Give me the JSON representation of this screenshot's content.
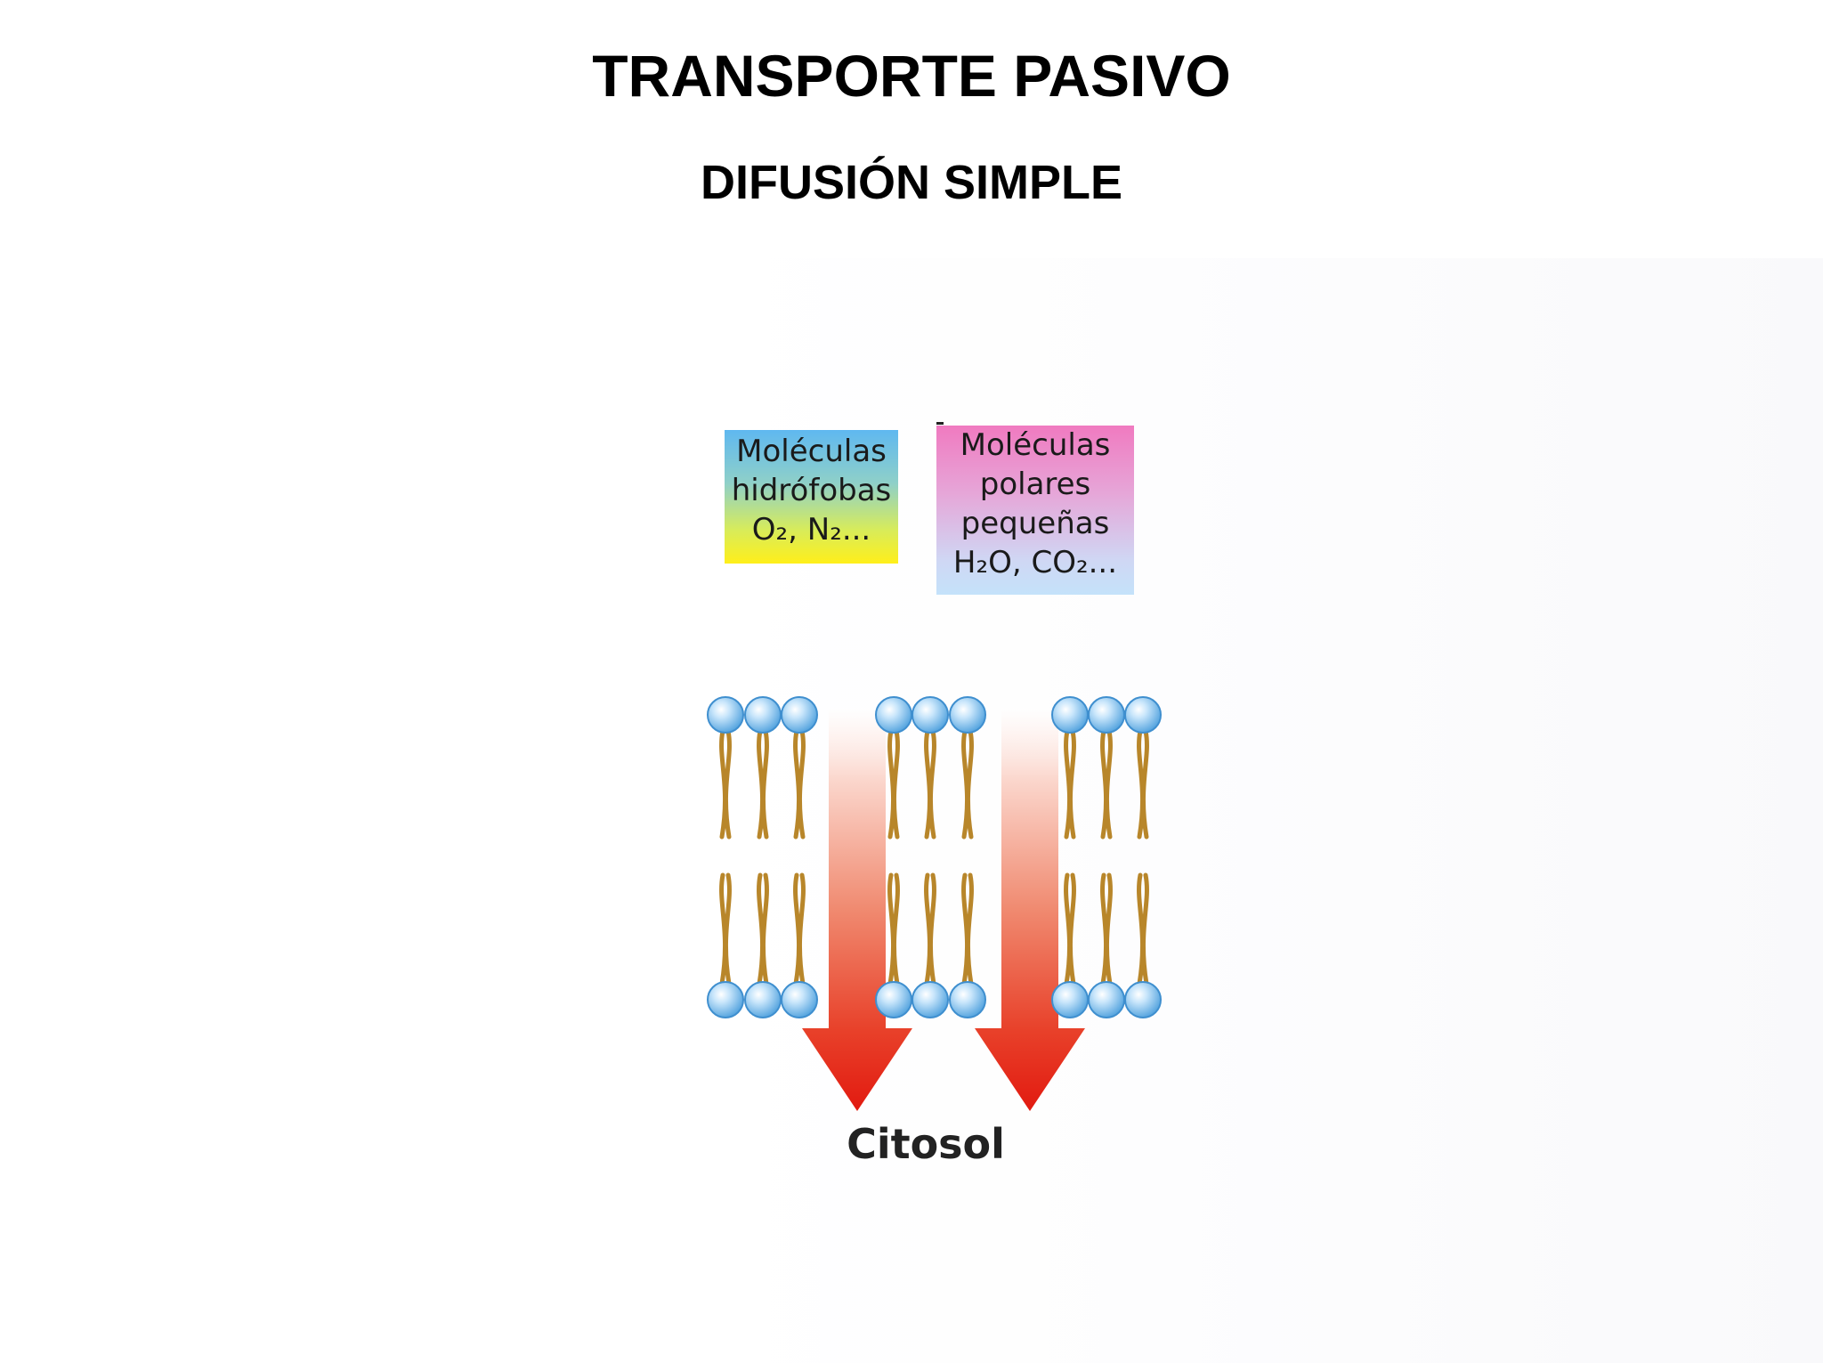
{
  "title": "TRANSPORTE PASIVO",
  "subtitle": "DIFUSIÓN SIMPLE",
  "hydrophobic_box": {
    "line1": "Moléculas",
    "line2": "hidrófobas",
    "line3": "O₂, N₂..."
  },
  "polar_box": {
    "line1": "Moléculas",
    "line2": "polares",
    "line3": "pequeñas",
    "line4": "H₂O, CO₂..."
  },
  "bottom_label": "Citosol",
  "colors": {
    "phospholipid_head": "#8cc8f2",
    "phospholipid_tail": "#b8862a",
    "arrow": "#e8281a"
  }
}
